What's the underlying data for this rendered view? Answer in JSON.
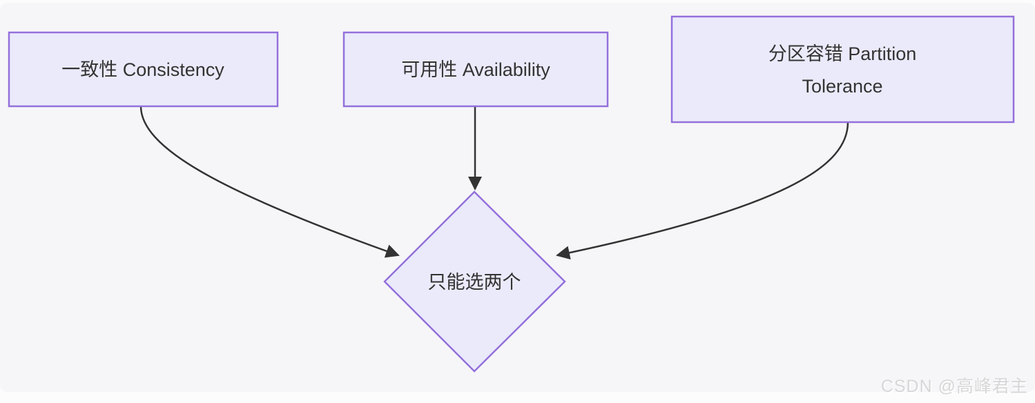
{
  "diagram": {
    "type": "flowchart",
    "direction": "top-down",
    "colors": {
      "page_background": "#fcfcfd",
      "panel_background": "#f6f6f8",
      "node_fill": "#eaeafb",
      "node_border": "#9370DB",
      "edge_color": "#333333",
      "text_color": "#333333"
    },
    "nodes": {
      "consistency": {
        "label": "一致性 Consistency",
        "shape": "rectangle"
      },
      "availability": {
        "label": "可用性 Availability",
        "shape": "rectangle"
      },
      "partition_tolerance": {
        "label": "分区容错 Partition Tolerance",
        "lines": [
          "分区容错 Partition",
          "Tolerance"
        ],
        "shape": "rectangle"
      },
      "choose_two": {
        "label": "只能选两个",
        "shape": "diamond"
      }
    },
    "edges": [
      {
        "from": "consistency",
        "to": "choose_two",
        "style": "arrow"
      },
      {
        "from": "availability",
        "to": "choose_two",
        "style": "arrow"
      },
      {
        "from": "partition_tolerance",
        "to": "choose_two",
        "style": "arrow"
      }
    ]
  },
  "watermark": {
    "text": "CSDN @高峰君主",
    "color": "#d7d7d7"
  }
}
